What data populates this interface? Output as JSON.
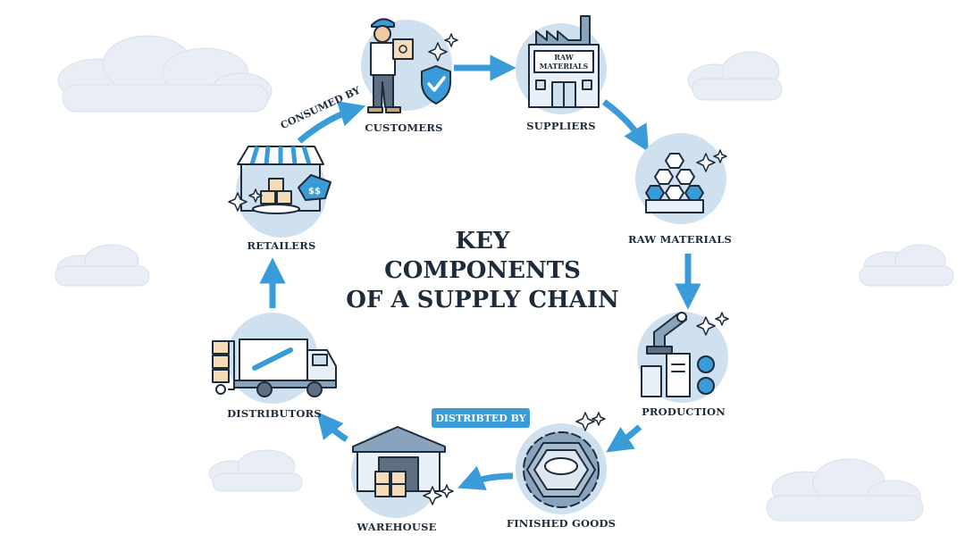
{
  "title": {
    "line1": "KEY",
    "line2": "COMPONENTS",
    "line3": "OF A SUPPLY CHAIN"
  },
  "nodes": {
    "customers": "CUSTOMERS",
    "suppliers": "SUPPLIERS",
    "raw_materials": "RAW MATERIALS",
    "production": "PRODUCTION",
    "finished_goods": "FINISHED GOODS",
    "warehouse": "WAREHOUSE",
    "distributors": "DISTRIBUTORS",
    "retailers": "RETAILERS"
  },
  "edge_labels": {
    "consumed_by": "CONSUMED BY",
    "distributed_by": "DISTRIBTED BY"
  },
  "supplier_sign": {
    "line1": "RAW",
    "line2": "MATERIALS"
  },
  "price_tag": "$$",
  "colors": {
    "ink": "#1d2b3a",
    "arrow": "#3a9bd9",
    "circle": "#cfe0ef",
    "accent": "#3a9bd9",
    "cloud": "#e9eef6"
  }
}
